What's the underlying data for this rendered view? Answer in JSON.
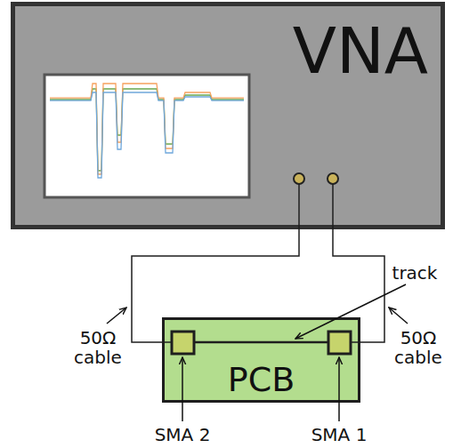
{
  "diagram": {
    "nodes": [
      {
        "text": [
          "VNA"
        ]
      },
      {
        "text": [
          "PCB"
        ]
      }
    ],
    "edges": [
      {
        "from": 0,
        "to": 1,
        "arrow": "none"
      },
      {
        "from": 0,
        "to": 1,
        "arrow": "none"
      }
    ],
    "labels": [
      "track",
      "50Ω cable",
      "50Ω cable",
      "SMA 2",
      "SMA 1"
    ]
  }
}
